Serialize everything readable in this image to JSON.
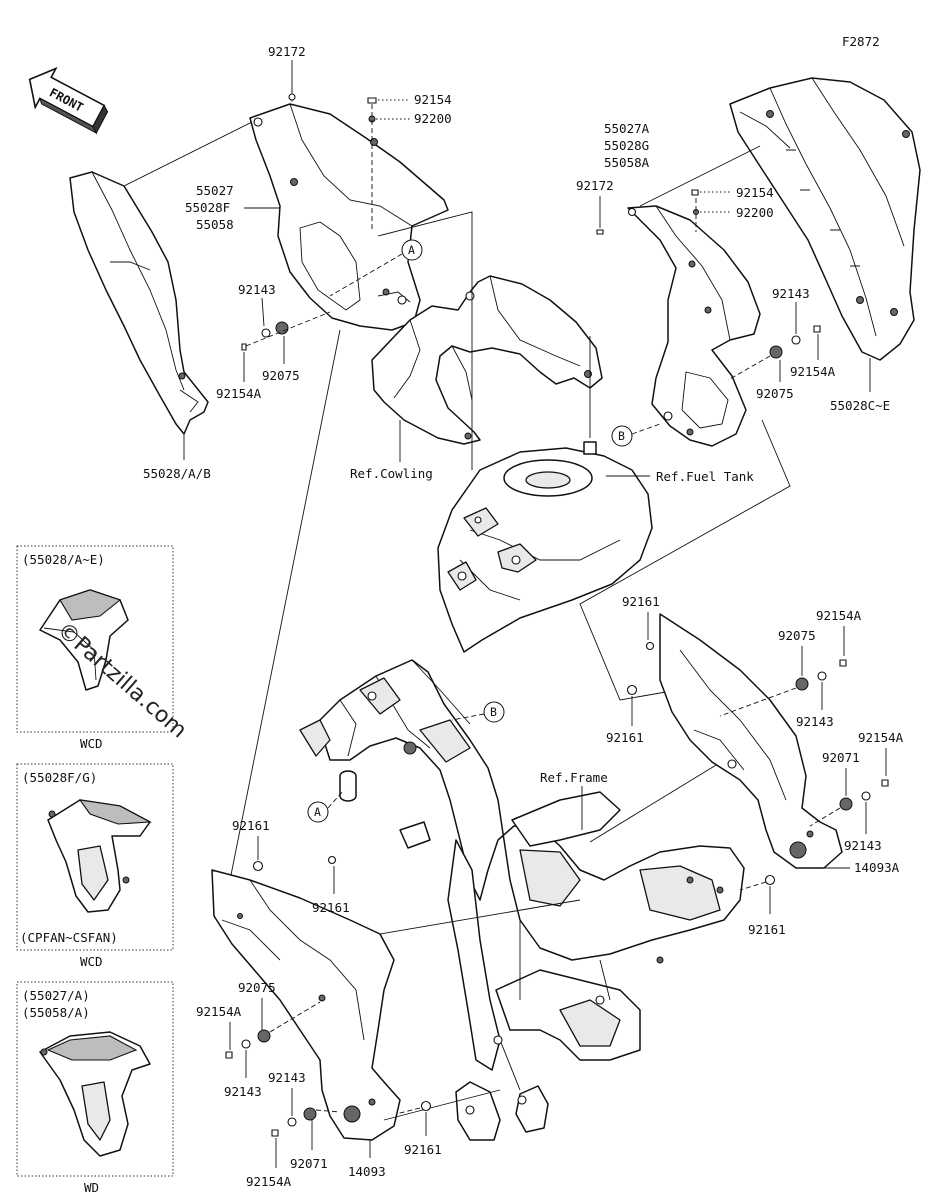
{
  "figure_code": "F2872",
  "front_arrow_text": "FRONT",
  "watermark": "©Partzilla.com",
  "callouts": {
    "A": "A",
    "B": "B"
  },
  "labels": {
    "l92172_top": "92172",
    "l92154_top": "92154",
    "l92200_top": "92200",
    "l55027": "55027",
    "l55028F": "55028F",
    "l55058": "55058",
    "l92143_left": "92143",
    "l92075_left": "92075",
    "l92154A_left": "92154A",
    "l55028AB": "55028/A/B",
    "l55027A": "55027A",
    "l55028G": "55028G",
    "l55058A": "55058A",
    "l92172_right": "92172",
    "l92154_right": "92154",
    "l92200_right": "92200",
    "l92143_right": "92143",
    "l92154A_right": "92154A",
    "l92075_right": "92075",
    "l55028CE": "55028C~E",
    "ref_cowling": "Ref.Cowling",
    "ref_fuel_tank": "Ref.Fuel Tank",
    "ref_frame": "Ref.Frame",
    "l92161_r1": "92161",
    "l92154A_r1": "92154A",
    "l92075_r1": "92075",
    "l92161_r2": "92161",
    "l92143_r1": "92143",
    "l92154A_r2": "92154A",
    "l92071_r": "92071",
    "l92143_r2": "92143",
    "l14093A": "14093A",
    "l92161_r3": "92161",
    "l92161_b1": "92161",
    "l92161_b2": "92161",
    "l92075_b": "92075",
    "l92154A_b1": "92154A",
    "l92143_b1": "92143",
    "l92143_b2": "92143",
    "l92161_b3": "92161",
    "l92071_b": "92071",
    "l14093": "14093",
    "l92154A_b2": "92154A"
  },
  "insets": [
    {
      "title": "(55028/A~E)",
      "footer": "WCD"
    },
    {
      "title": "(55028F/G)",
      "subtitle": "(CPFAN~CSFAN)",
      "footer": "WCD"
    },
    {
      "title": "(55027/A)",
      "title2": "(55058/A)",
      "footer": "WD"
    }
  ]
}
